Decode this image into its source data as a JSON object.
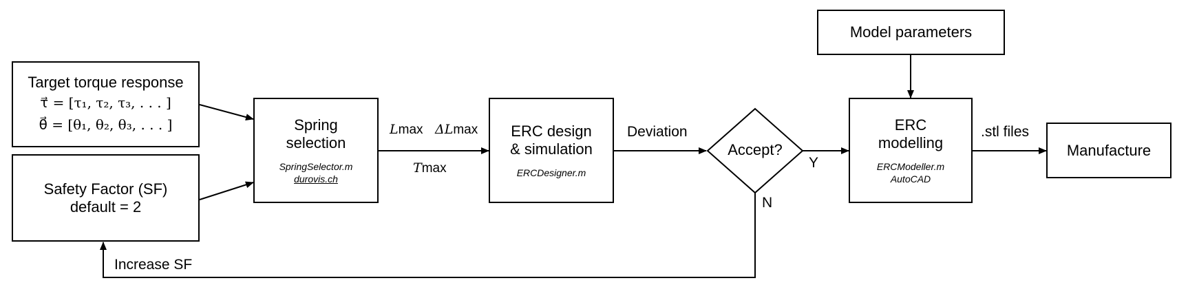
{
  "boxes": {
    "target": {
      "title": "Target torque response",
      "tau_line": "τ⃗ = [τ₁, τ₂, τ₃, . . . ]",
      "theta_line": "θ⃗ = [θ₁, θ₂, θ₃, . . . ]"
    },
    "safety": {
      "line1": "Safety Factor (SF)",
      "line2": "default = 2"
    },
    "spring": {
      "line1": "Spring",
      "line2": "selection",
      "script": "SpringSelector.m",
      "link": "durovis.ch"
    },
    "erc_design": {
      "line1": "ERC design",
      "line2": "& simulation",
      "script": "ERCDesigner.m"
    },
    "decision": {
      "label": "Accept?"
    },
    "erc_model": {
      "line1": "ERC",
      "line2": "modelling",
      "script": "ERCModeller.m",
      "tool": "AutoCAD"
    },
    "model_params": {
      "label": "Model parameters"
    },
    "manufacture": {
      "label": "Manufacture"
    }
  },
  "edge_labels": {
    "l_max_sym": "L",
    "l_max_sub": "max",
    "dl_max_sym": "ΔL",
    "dl_max_sub": "max",
    "t_max_sym": "T",
    "t_max_sub": "max",
    "deviation": "Deviation",
    "yes": "Y",
    "no": "N",
    "stl": ".stl files",
    "increase_sf": "Increase SF"
  },
  "colors": {
    "stroke": "#000000",
    "fill": "#ffffff"
  }
}
